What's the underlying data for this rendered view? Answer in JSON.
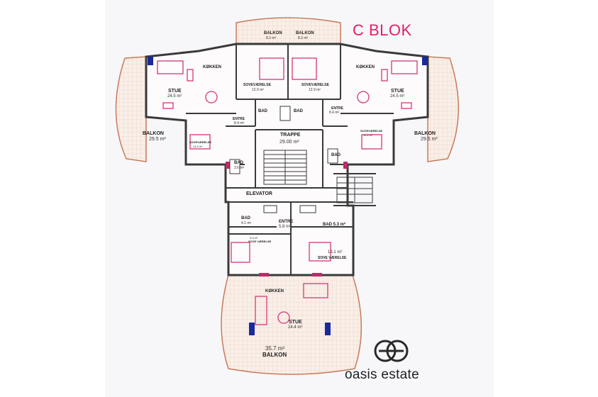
{
  "title": "C BLOK",
  "brand": "oasis estate",
  "labels": {
    "balkon_top": "BALKON",
    "balkon_top_area_1": "8.2 m²",
    "balkon_top_2": "BALKON",
    "balkon_top_area_2": "8.2 m²",
    "kokken_left": "KØKKEN",
    "kokken_right": "KØKKEN",
    "kokken_bottom": "KØKKEN",
    "stue_left": "STUE",
    "stue_left_area": "24.5 m²",
    "stue_right": "STUE",
    "stue_right_area": "24.5 m²",
    "stue_bottom": "STUE",
    "stue_bottom_area": "24.4 m²",
    "sov_top_left": "SOVEVÆRELSE",
    "sov_top_left_area": "12.9 m²",
    "sov_top_right": "SOVEVÆRELSE",
    "sov_top_right_area": "12.9 m²",
    "balkon_left": "BALKON",
    "balkon_left_area": "29.5 m²",
    "balkon_right": "BALKON",
    "balkon_right_area": "29.5 m²",
    "balkon_bottom": "BALKON",
    "balkon_bottom_area": "35.7 m²",
    "bad_tl": "BAD",
    "bad_tr": "BAD",
    "entre_left": "ENTRE",
    "entre_left_area": "8.4 m²",
    "entre_right": "ENTRE",
    "entre_right_area": "8.4 m²",
    "trappe": "TRAPPE",
    "trappe_area": "29.00 m²",
    "sov_left": "SOVEVÆRELSE",
    "sov_left_area": "14.5 m²",
    "sov_right": "SOVEVÆRELSE",
    "sov_right_area": "11.5 m²",
    "bad_left_mid": "BAD",
    "bad_left_mid_area": "3.6 m²",
    "bad_right_mid": "BAD",
    "elevator": "ELEVATOR",
    "bad_low_left": "BAD",
    "bad_low_left_area": "4.1 m²",
    "entre_low": "ENTRE",
    "entre_low_area": "5.8 m²",
    "bad_low_right": "BAD 5.3 m²",
    "sov_low_left": "SOVE VÆRELSE",
    "sov_low_left_area": "9.9 m²",
    "sov_low_right_area": "13.1 m²",
    "sov_low_right": "SOVE VÆRELSE"
  },
  "colors": {
    "wall": "#3a3a3a",
    "outline": "#c87a5a",
    "furniture": "#d8357a",
    "title": "#e0206a",
    "balcony_fill": "#f6ede6",
    "window": "#1a2a9a"
  }
}
